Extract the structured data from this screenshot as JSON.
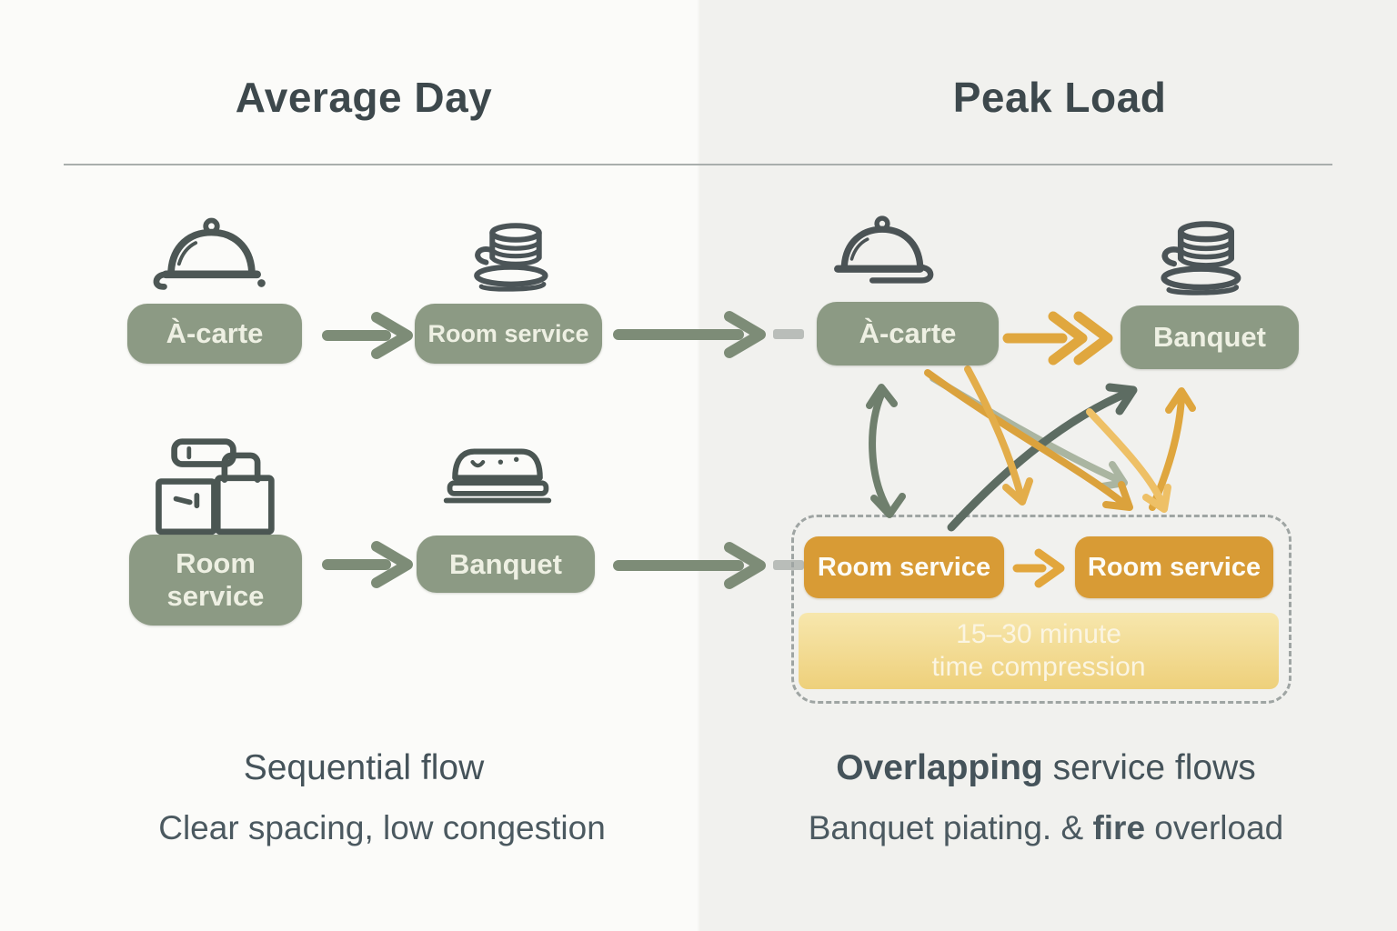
{
  "left": {
    "title": "Average Day",
    "row1": {
      "box1": "À-carte",
      "box2": "Room service"
    },
    "row2": {
      "box1_line1": "Room",
      "box1_line2": "service",
      "box2": "Banquet"
    },
    "caption1": "Sequential flow",
    "caption2": "Clear spacing, low congestion"
  },
  "right": {
    "title": "Peak Load",
    "row1": {
      "box1": "À-carte",
      "box2": "Banquet"
    },
    "row2": {
      "box1": "Room service",
      "box2": "Room service"
    },
    "compression": {
      "line1": "15–30 minute",
      "line2": "time compression"
    },
    "caption1": {
      "bold": "Overlapping",
      "rest": " service flows"
    },
    "caption2": {
      "pre": "Banquet piating. & ",
      "bold": "fire",
      "post": " overload"
    }
  },
  "icons": {
    "cloche": "cloche-icon",
    "plates": "plates-stack-icon",
    "boxes": "boxes-stack-icon",
    "cake": "cake-tray-icon"
  },
  "colors": {
    "sage_box": "#8c9a84",
    "orange_box": "#d89b35",
    "sage_arrow": "#7d8c77",
    "orange_arrow": "#e0a73e",
    "banner_gold": "#eed07b",
    "dashed_border": "#9fa5a3",
    "title_text": "#3d484c",
    "icon_stroke": "#4b5556"
  }
}
